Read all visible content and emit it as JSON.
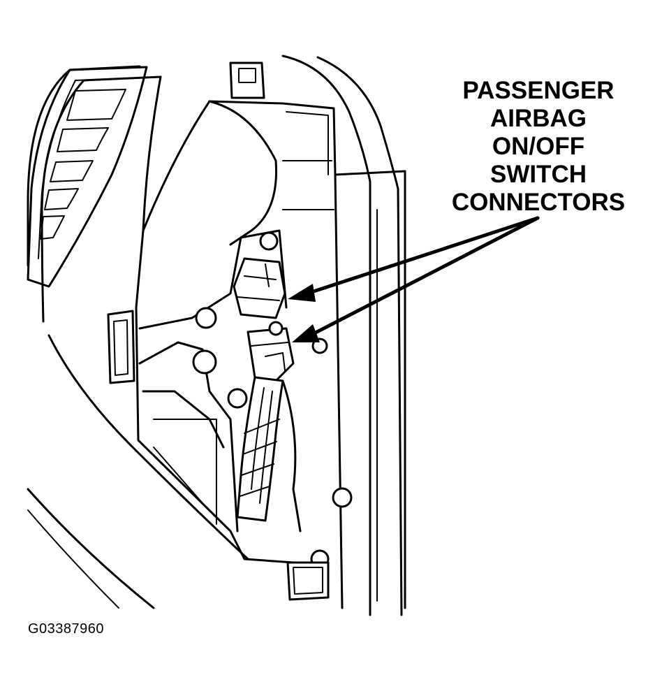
{
  "callout": {
    "lines": [
      "PASSENGER",
      "AIRBAG",
      "ON/OFF",
      "SWITCH",
      "CONNECTORS"
    ]
  },
  "figure_id": "G03387960",
  "colors": {
    "ink": "#000000",
    "paper": "#ffffff"
  }
}
